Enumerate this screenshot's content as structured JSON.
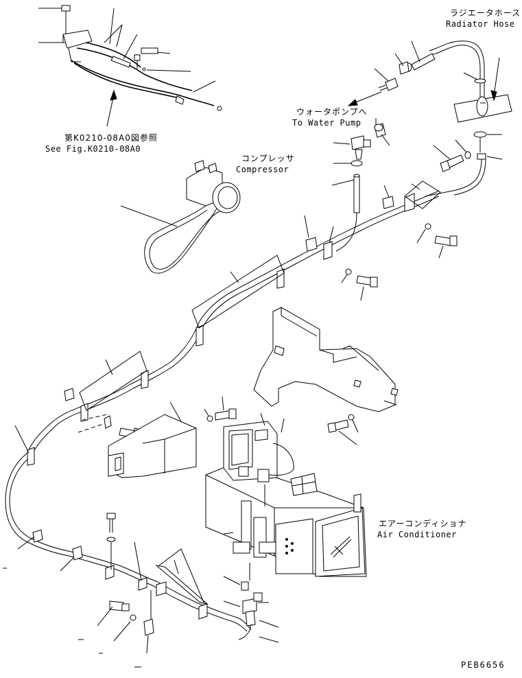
{
  "labels": {
    "radiator_hose_jp": "ラジエータホース",
    "radiator_hose_en": "Radiator Hose",
    "water_pump_jp": "ウォータポンプへ",
    "water_pump_en": "To Water Pump",
    "see_fig_jp": "第K0210-08A0図参照",
    "see_fig_en": "See Fig.K0210-08A0",
    "compressor_jp": "コンプレッサ",
    "compressor_en": "Compressor",
    "air_conditioner_jp": "エアーコンディショナ",
    "air_conditioner_en": "Air Conditioner",
    "drawing_code": "PEB6656"
  }
}
